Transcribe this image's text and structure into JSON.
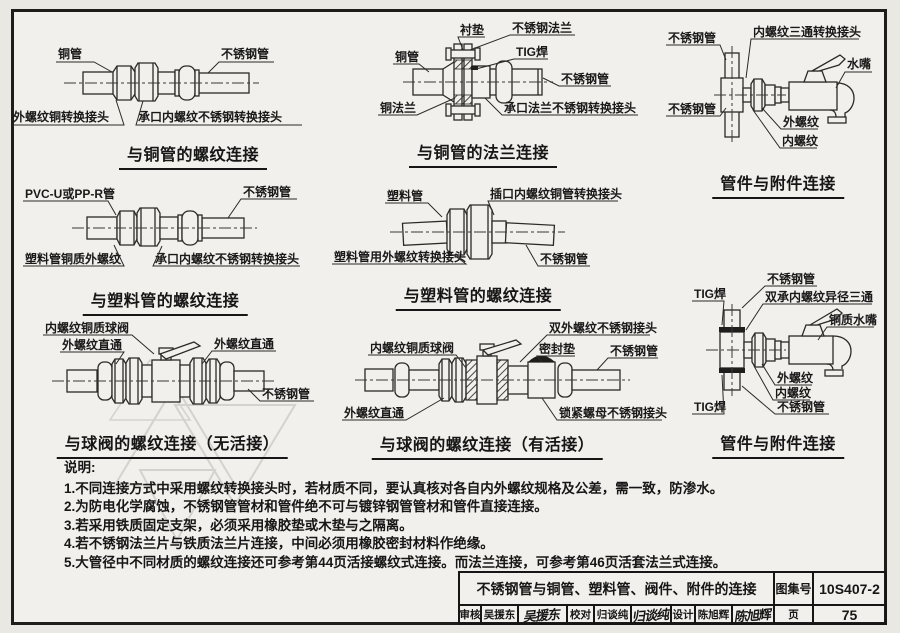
{
  "d1": {
    "title": "与铜管的螺纹连接",
    "l_pipe": "铜管",
    "r_pipe": "不锈钢管",
    "l_fit": "外螺纹铜转换接头",
    "r_fit": "承口内螺纹不锈钢转换接头"
  },
  "d2": {
    "title": "与铜管的法兰连接",
    "gasket": "衬垫",
    "ss_flange": "不锈钢法兰",
    "tig": "TIG焊",
    "copper_pipe": "铜管",
    "ss_pipe": "不锈钢管",
    "copper_flange": "铜法兰",
    "adapter": "承口法兰不锈钢转换接头"
  },
  "d3": {
    "title": "管件与附件连接",
    "pipe_top": "不锈钢管",
    "tee": "内螺纹三通转换接头",
    "tap": "水嘴",
    "pipe_bottom": "不锈钢管",
    "ext_thread": "外螺纹",
    "int_thread": "内螺纹"
  },
  "d4": {
    "title": "与塑料管的螺纹连接",
    "l_pipe": "PVC-U或PP-R管",
    "r_pipe": "不锈钢管",
    "l_fit": "塑料管铜质外螺纹",
    "r_fit": "承口内螺纹不锈钢转换接头"
  },
  "d5": {
    "title": "与塑料管的螺纹连接",
    "l_pipe": "塑料管",
    "tee": "插口内螺纹铜管转换接头",
    "l_fit": "塑料管用外螺纹转换接头",
    "r_pipe": "不锈钢管"
  },
  "d6": {
    "title": "与球阀的螺纹连接（无活接）",
    "valve": "内螺纹铜质球阀",
    "l_fit": "外螺纹直通",
    "r_fit": "外螺纹直通",
    "pipe": "不锈钢管"
  },
  "d7": {
    "title": "与球阀的螺纹连接（有活接）",
    "union": "双外螺纹不锈钢接头",
    "valve": "内螺纹铜质球阀",
    "seal": "密封垫",
    "pipe": "不锈钢管",
    "l_fit": "外螺纹直通",
    "lock_nut": "锁紧螺母不锈钢接头"
  },
  "d8": {
    "title": "管件与附件连接",
    "tig_top": "TIG焊",
    "tig_bottom": "TIG焊",
    "pipe_top": "不锈钢管",
    "tee": "双承内螺纹异径三通",
    "tap": "铜质水嘴",
    "ext_thread": "外螺纹",
    "int_thread": "内螺纹",
    "pipe_bottom": "不锈钢管"
  },
  "notes": {
    "heading": "说明:",
    "items": [
      "1.不同连接方式中采用螺纹转换接头时，若材质不同，要认真核对各自内外螺纹规格及公差，需一致，防渗水。",
      "2.为防电化学腐蚀，不锈钢管管材和管件绝不可与镀锌钢管管材和管件直接连接。",
      "3.若采用铁质固定支架，必须采用橡胶垫或木垫与之隔离。",
      "4.若不锈钢法兰片与铁质法兰片连接，中间必须用橡胶密封材料作绝缘。",
      "5.大管径中不同材质的螺纹连接还可参考第44页活接螺纹式连接。而法兰连接，可参考第46页活套法兰式连接。"
    ]
  },
  "titleblock": {
    "title": "不锈钢管与铜管、塑料管、阀件、附件的连接",
    "atlas_label": "图集号",
    "atlas_no": "10S407-2",
    "page_label": "页",
    "page_no": "75",
    "roles": [
      {
        "label": "审核",
        "name": "吴援东",
        "sig": "吴援东"
      },
      {
        "label": "校对",
        "name": "归谈纯",
        "sig": "归谈纯"
      },
      {
        "label": "设计",
        "name": "陈旭辉",
        "sig": "陈旭辉"
      }
    ]
  }
}
